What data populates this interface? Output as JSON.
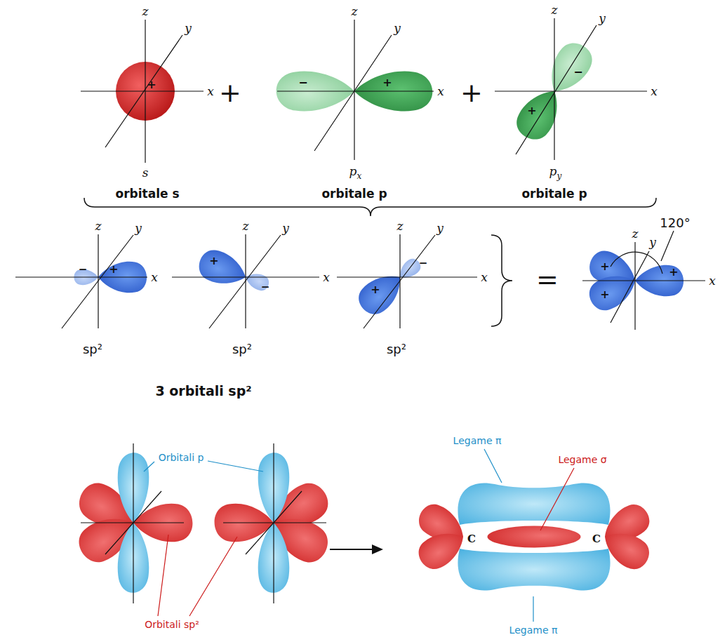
{
  "diagram": {
    "labels": [
      "z",
      "y",
      "x",
      "+",
      "s",
      "+",
      "z",
      "y",
      "x",
      "−",
      "+",
      "p",
      "x",
      "+",
      "z",
      "y",
      "x",
      "−",
      "+",
      "p",
      "y",
      "orbitale s",
      "orbitale p",
      "orbitale p",
      "z",
      "y",
      "x",
      "−",
      "+",
      "sp²",
      "z",
      "y",
      "x",
      "+",
      "−",
      "sp²",
      "z",
      "y",
      "x",
      "+",
      "−",
      "sp²",
      "=",
      "z",
      "y",
      "120°",
      "x",
      "+",
      "+",
      "+",
      "3 orbitali sp²",
      "Orbitali p",
      "Orbitali sp²",
      "Legame π",
      "Legame σ",
      "C",
      "C",
      "Legame π"
    ]
  }
}
